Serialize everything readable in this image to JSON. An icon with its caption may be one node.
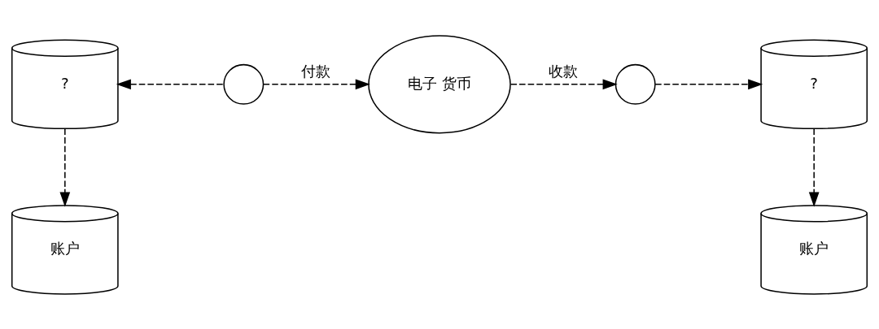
{
  "diagram": {
    "nodes": [
      {
        "text": [],
        "shape": "person"
      },
      {
        "text": [
          "电子 货币"
        ]
      },
      {
        "text": [],
        "shape": "person"
      },
      {
        "text": [
          "?"
        ]
      },
      {
        "text": [
          "账户"
        ]
      },
      {
        "text": [
          "?"
        ]
      },
      {
        "text": [
          "账户"
        ]
      }
    ],
    "edges": [
      {
        "from": 0,
        "to": 1,
        "arrow": "to",
        "label": "付款",
        "style": "dashed"
      },
      {
        "from": 1,
        "to": 2,
        "arrow": "to",
        "label": "收款",
        "style": "dashed"
      },
      {
        "from": 0,
        "to": 3,
        "arrow": "to",
        "style": "dashed"
      },
      {
        "from": 3,
        "to": 4,
        "arrow": "to",
        "style": "dashed"
      },
      {
        "from": 2,
        "to": 5,
        "arrow": "to",
        "style": "dashed"
      },
      {
        "from": 5,
        "to": 6,
        "arrow": "to",
        "style": "dashed"
      }
    ]
  }
}
